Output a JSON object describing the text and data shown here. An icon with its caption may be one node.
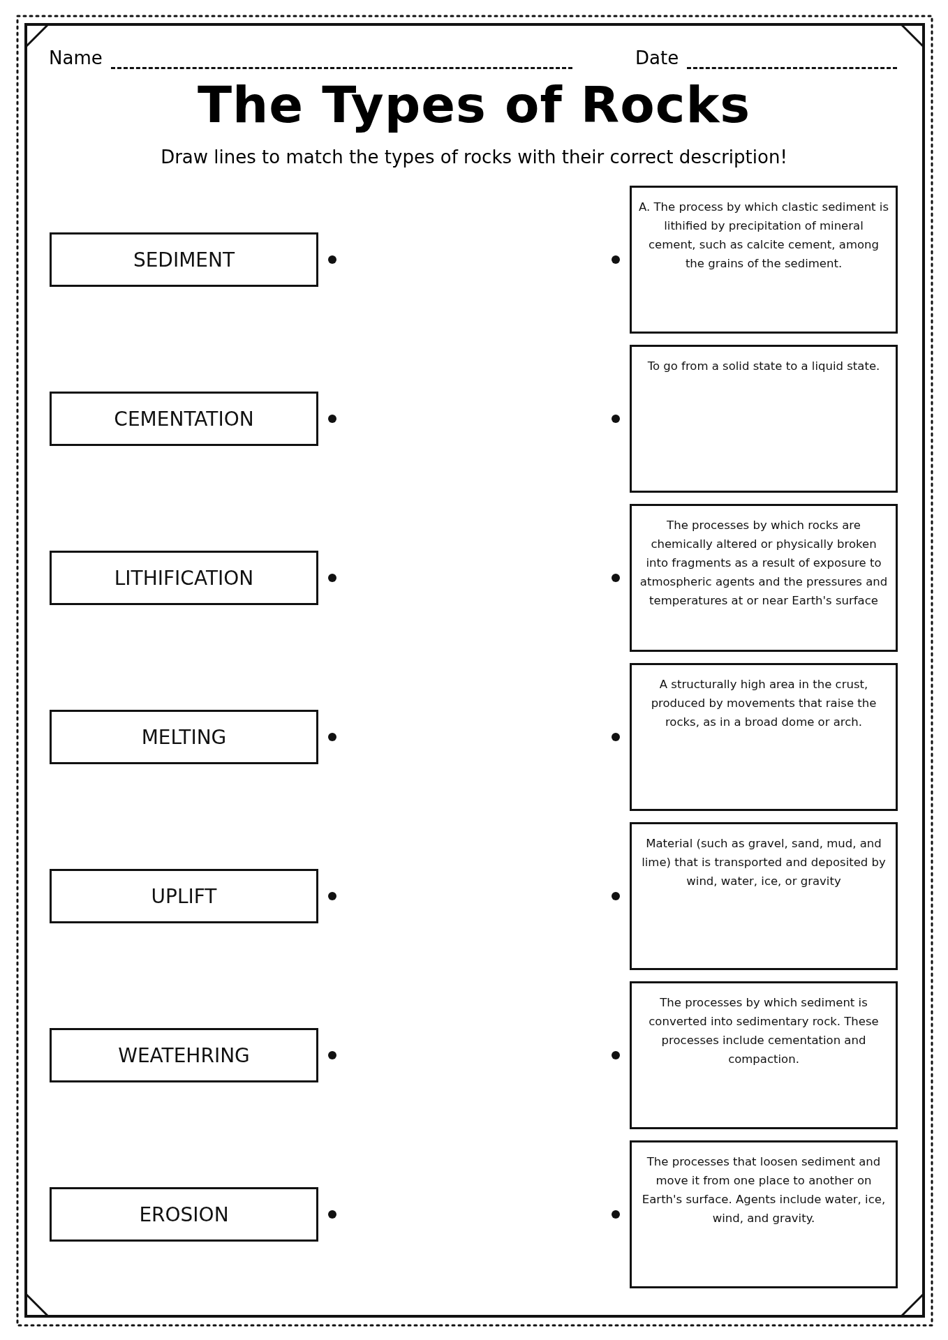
{
  "diagram": {
    "title": "The Types of Rocks",
    "labels": [
      "Name",
      "Date",
      "Draw lines to match the types of rocks with their correct description!"
    ],
    "nodes": [
      {
        "text": [
          "SEDIMENT"
        ]
      },
      {
        "text": [
          "A. The process by which clastic sediment is lithified by precipitation of mineral cement, such as calcite cement, among the grains of the sediment."
        ]
      },
      {
        "text": [
          "CEMENTATION"
        ]
      },
      {
        "text": [
          "To go from a solid state to a liquid state."
        ]
      },
      {
        "text": [
          "LITHIFICATION"
        ]
      },
      {
        "text": [
          "The processes by which rocks are chemically altered or physically broken into fragments as a result of exposure to atmospheric agents and the pressures and temperatures at or near Earth's surface"
        ]
      },
      {
        "text": [
          "MELTING"
        ]
      },
      {
        "text": [
          "A structurally high area in the crust, produced by movements that raise the rocks, as in a broad dome or arch."
        ]
      },
      {
        "text": [
          "UPLIFT"
        ]
      },
      {
        "text": [
          "Material (such as gravel, sand, mud, and lime) that is transported and deposited by wind, water, ice, or gravity"
        ]
      },
      {
        "text": [
          "WEATEHRING"
        ]
      },
      {
        "text": [
          "The processes by which sediment is converted into sedimentary rock. These processes include cementation and compaction."
        ]
      },
      {
        "text": [
          "EROSION"
        ]
      },
      {
        "text": [
          "The processes that loosen sediment and move it from one place to another on Earth's surface. Agents include water, ice, wind, and gravity."
        ]
      }
    ]
  }
}
